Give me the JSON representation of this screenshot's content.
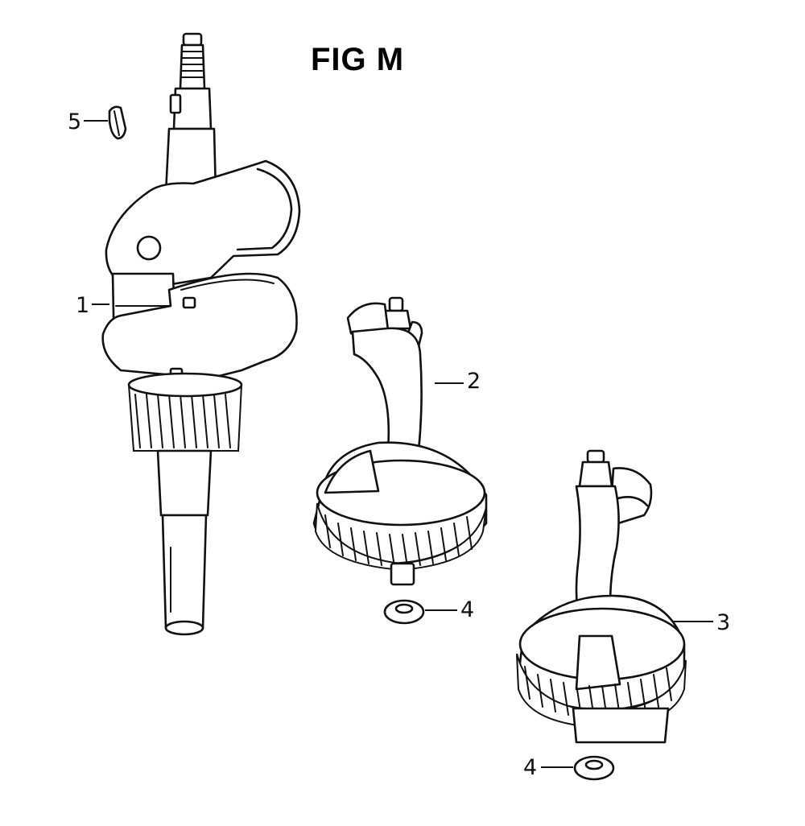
{
  "figure": {
    "title": "FIG M"
  },
  "callouts": [
    {
      "id": "c5",
      "label": "5"
    },
    {
      "id": "c1",
      "label": "1"
    },
    {
      "id": "c2",
      "label": "2"
    },
    {
      "id": "c4a",
      "label": "4"
    },
    {
      "id": "c3",
      "label": "3"
    },
    {
      "id": "c4b",
      "label": "4"
    }
  ],
  "parts": [
    {
      "ref": "1",
      "shape": "crankshaft"
    },
    {
      "ref": "2",
      "shape": "camshaft"
    },
    {
      "ref": "3",
      "shape": "governor-camshaft"
    },
    {
      "ref": "4",
      "shape": "washer"
    },
    {
      "ref": "5",
      "shape": "key"
    }
  ]
}
